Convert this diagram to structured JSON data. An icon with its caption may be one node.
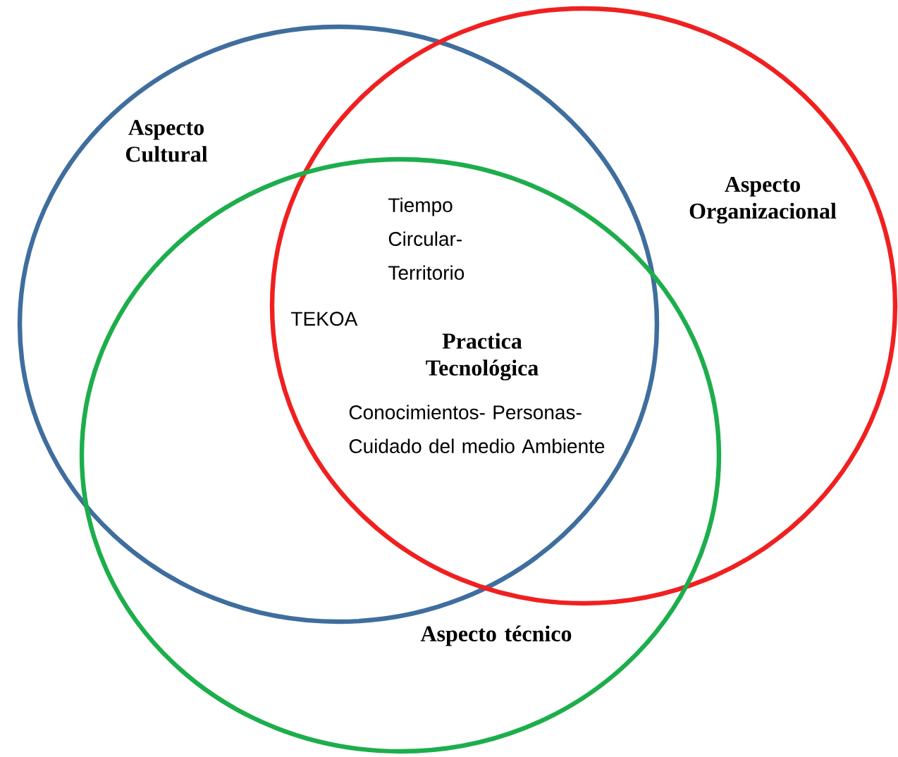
{
  "diagram": {
    "nodes": [
      {
        "text": [
          "Aspecto Cultural"
        ]
      },
      {
        "text": [
          "Aspecto Organizacional"
        ]
      },
      {
        "text": [
          "Aspecto técnico"
        ]
      }
    ],
    "labels": [
      "Tiempo Circular- Territorio",
      "TEKOA",
      "Practica Tecnológica",
      "Conocimientos- Personas- Cuidado del medio Ambiente"
    ]
  }
}
